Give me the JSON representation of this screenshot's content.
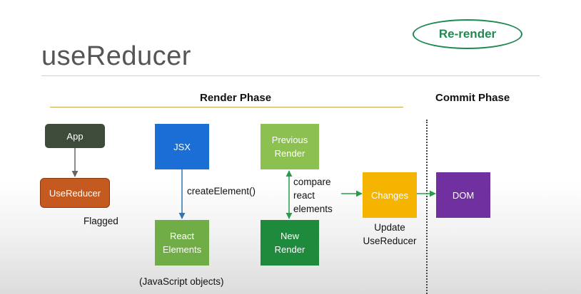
{
  "title": "useReducer",
  "badge": "Re-render",
  "phases": {
    "render": "Render Phase",
    "commit": "Commit Phase"
  },
  "nodes": {
    "app": "App",
    "use_reducer": "UseReducer",
    "jsx": "JSX",
    "react_elements": [
      "React",
      "Elements"
    ],
    "previous_render": [
      "Previous",
      "Render"
    ],
    "new_render": [
      "New",
      "Render"
    ],
    "changes": "Changes",
    "dom": "DOM"
  },
  "labels": {
    "flagged": "Flagged",
    "create_element": "createElement()",
    "compare": [
      "compare",
      "react",
      "elements"
    ],
    "update": [
      "Update",
      "UseReducer"
    ],
    "js_objects": "(JavaScript objects)"
  },
  "colors": {
    "app": "#3e4a3a",
    "use_reducer": "#c55a20",
    "jsx": "#1a6ed6",
    "react_elements": "#70ad47",
    "previous_render": "#8cc152",
    "new_render": "#1e8a3c",
    "changes": "#f4b400",
    "dom": "#7030a0",
    "accent": "#1e8a50"
  }
}
